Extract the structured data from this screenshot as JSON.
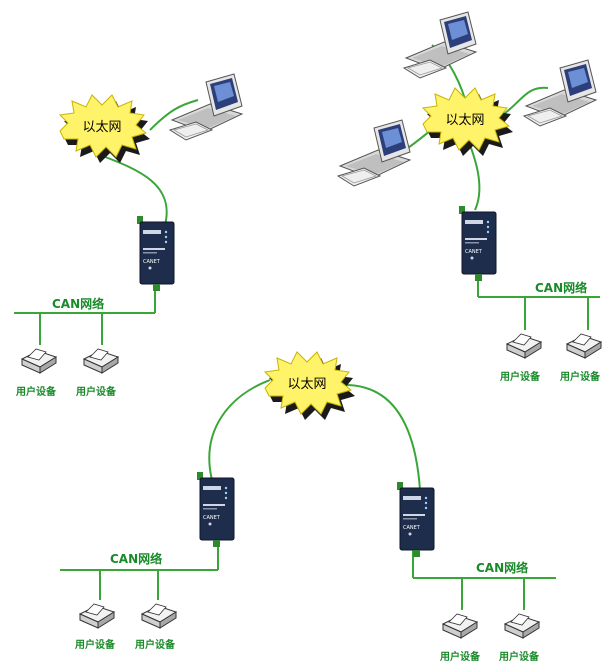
{
  "labels": {
    "ethernet": "以太网",
    "can_network": "CAN网络",
    "user_device": "用户设备",
    "device_model": "CANET"
  },
  "colors": {
    "link": "#3aa63a",
    "bus": "#3aa63a",
    "cloud_fill": "#fff36a",
    "cloud_shadow": "#1a1a1a",
    "device_body": "#1f2d4d",
    "label_text": "#1a8a2a",
    "cloud_text": "#000000"
  },
  "icons": {
    "ethernet_cloud": "ethernet-cloud-icon",
    "pc": "desktop-computer-icon",
    "gateway": "canet-gateway-icon",
    "device": "printer-device-icon"
  }
}
